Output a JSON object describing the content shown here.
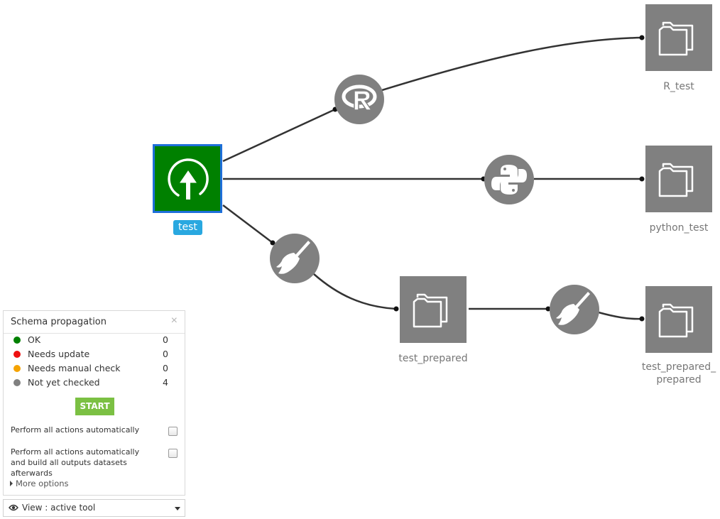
{
  "flow": {
    "source": {
      "label": "test",
      "color": "#008000",
      "selected_border": "#1e6fd9"
    },
    "datasets": [
      {
        "id": "r_test",
        "label": "R_test"
      },
      {
        "id": "python_test",
        "label": "python_test"
      },
      {
        "id": "test_prepared",
        "label": "test_prepared"
      },
      {
        "id": "test_prepared_prepared",
        "label_line1": "test_prepared_",
        "label_line2": "prepared"
      }
    ],
    "recipes": [
      {
        "id": "r-recipe",
        "icon": "r-language-icon"
      },
      {
        "id": "python-recipe",
        "icon": "python-icon"
      },
      {
        "id": "prepare-recipe-1",
        "icon": "broom-icon"
      },
      {
        "id": "prepare-recipe-2",
        "icon": "broom-icon"
      }
    ],
    "colors": {
      "node_gray": "#808080",
      "edge": "#333333",
      "label_badge": "#29a8e0"
    }
  },
  "schema_panel": {
    "title": "Schema propagation",
    "close_symbol": "×",
    "statuses": [
      {
        "label": "OK",
        "count": "0",
        "color": "#008000"
      },
      {
        "label": "Needs update",
        "count": "0",
        "color": "#ee1111"
      },
      {
        "label": "Needs manual check",
        "count": "0",
        "color": "#f5a300"
      },
      {
        "label": "Not yet checked",
        "count": "4",
        "color": "#808080"
      }
    ],
    "start_label": "START",
    "option_auto": "Perform all actions automatically",
    "option_auto_build": "Perform all actions automatically and build all outputs datasets afterwards",
    "more_options": "More options"
  },
  "view": {
    "label": "View : active tool"
  }
}
